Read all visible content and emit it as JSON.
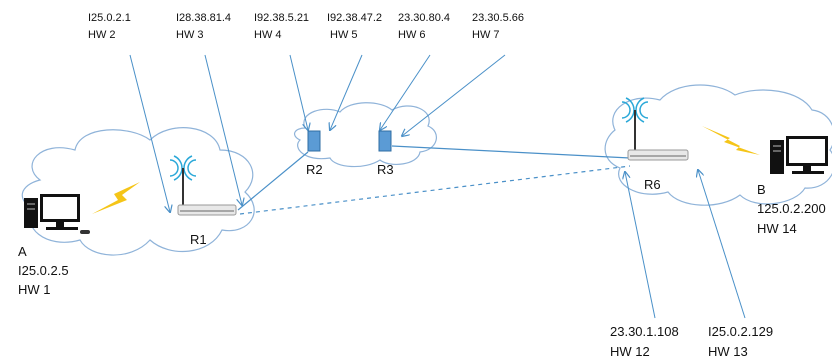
{
  "colors": {
    "cloud_stroke": "#8fb3d9",
    "link": "#4a90c8",
    "switch_fill": "#5b9bd5",
    "lightning": "#f5c518",
    "wifi": "#2aa8d8"
  },
  "icons": [
    "computer-icon",
    "wireless-router-icon",
    "switch-icon",
    "lightning-icon",
    "wifi-icon",
    "cloud-icon"
  ],
  "top_labels": [
    {
      "ip": "I25.0.2.1",
      "hw": "HW 2"
    },
    {
      "ip": "I28.38.81.4",
      "hw": "HW 3"
    },
    {
      "ip": "I92.38.5.21",
      "hw": "HW 4"
    },
    {
      "ip": "I92.38.47.2",
      "hw": "HW 5"
    },
    {
      "ip": "23.30.80.4",
      "hw": "HW 6"
    },
    {
      "ip": "23.30.5.66",
      "hw": "HW 7"
    }
  ],
  "bottom_labels": [
    {
      "ip": "23.30.1.108",
      "hw": "HW 12"
    },
    {
      "ip": "I25.0.2.129",
      "hw": "HW 13"
    }
  ],
  "hosts": {
    "a": {
      "name": "A",
      "ip": "I25.0.2.5",
      "hw": "HW 1"
    },
    "b": {
      "name": "B",
      "ip": "125.0.2.200",
      "hw": "HW 14"
    }
  },
  "routers": {
    "r1": "R1",
    "r2": "R2",
    "r3": "R3",
    "r6": "R6"
  }
}
